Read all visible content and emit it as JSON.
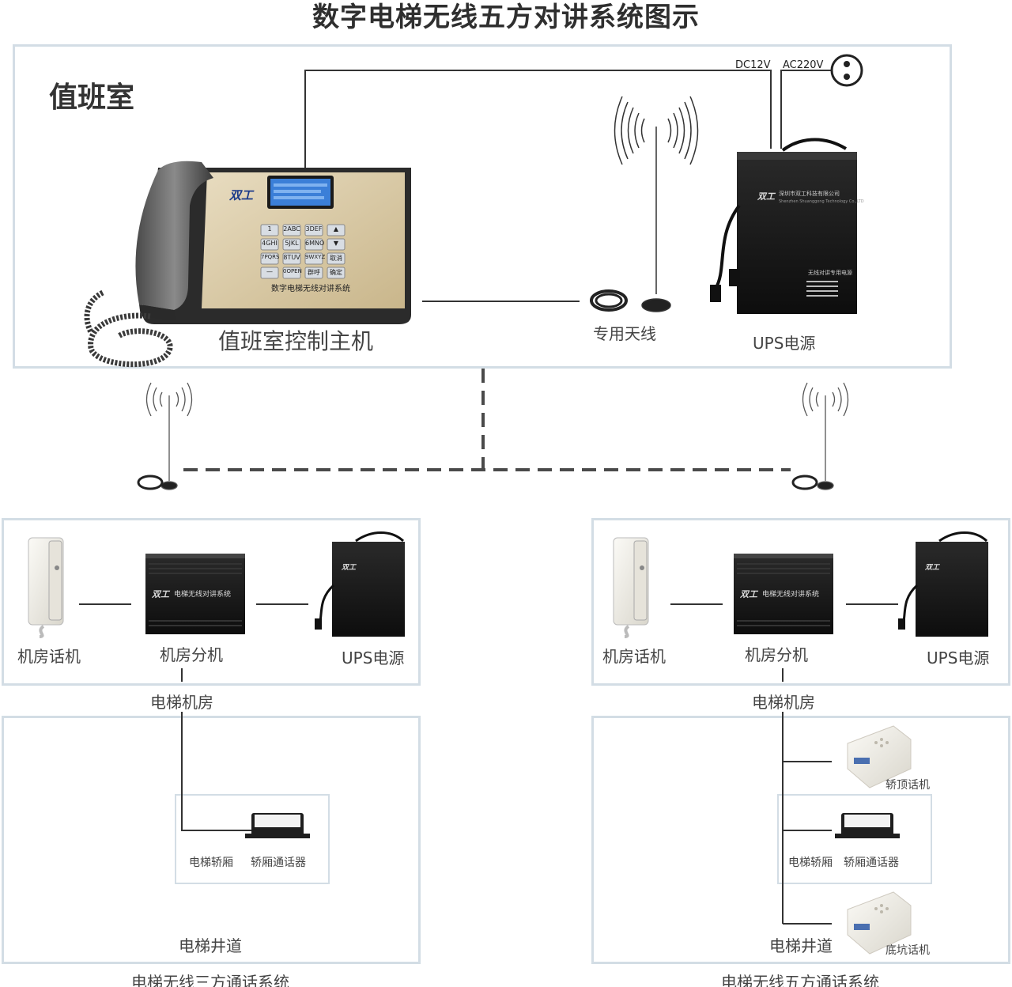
{
  "title": "数字电梯无线五方对讲系统图示",
  "duty_room": {
    "heading": "值班室",
    "host_label": "值班室控制主机",
    "host_panel_text": "数字电梯无线对讲系统",
    "host_brand": "双工",
    "keypad": [
      "1",
      "2ABC",
      "3DEF",
      "▲",
      "4GHI",
      "5JKL",
      "6MNO",
      "▼",
      "7PQRS",
      "8TUV",
      "9WXYZ",
      "取消",
      "—",
      "0OPEN",
      "群呼",
      "确定"
    ],
    "antenna_label": "专用天线",
    "ups_label": "UPS电源",
    "ups_brand": "双工",
    "ups_company": "深圳市双工科技有限公司",
    "ups_company_en": "Shenzhen Shuanggong Technology Co.,LTD",
    "ups_product": "无线对讲专用电源",
    "dc_label": "DC12V",
    "ac_label": "AC220V"
  },
  "left_system": {
    "machine_room": {
      "phone_label": "机房话机",
      "slave_label": "机房分机",
      "ups_label": "UPS电源",
      "slave_brand": "双工",
      "slave_text": "电梯无线对讲系统",
      "ups_brand": "双工",
      "area_label": "电梯机房"
    },
    "shaft": {
      "car_label": "电梯轿厢",
      "intercom_label": "轿厢通话器",
      "area_label": "电梯井道"
    },
    "system_label": "电梯无线三方通话系统"
  },
  "right_system": {
    "machine_room": {
      "phone_label": "机房话机",
      "slave_label": "机房分机",
      "ups_label": "UPS电源",
      "slave_brand": "双工",
      "slave_text": "电梯无线对讲系统",
      "ups_brand": "双工",
      "area_label": "电梯机房"
    },
    "shaft": {
      "top_label": "轿顶话机",
      "car_label": "电梯轿厢",
      "intercom_label": "轿厢通话器",
      "pit_label": "底坑话机",
      "area_label": "电梯井道"
    },
    "system_label": "电梯无线五方通话系统"
  },
  "colors": {
    "border": "#d3dde5",
    "line": "#333333",
    "dashed": "#4a4a4a",
    "device_black": "#1c1c1c",
    "panel_gold": "#d9c9a3",
    "screen_blue": "#3b7fd8"
  }
}
